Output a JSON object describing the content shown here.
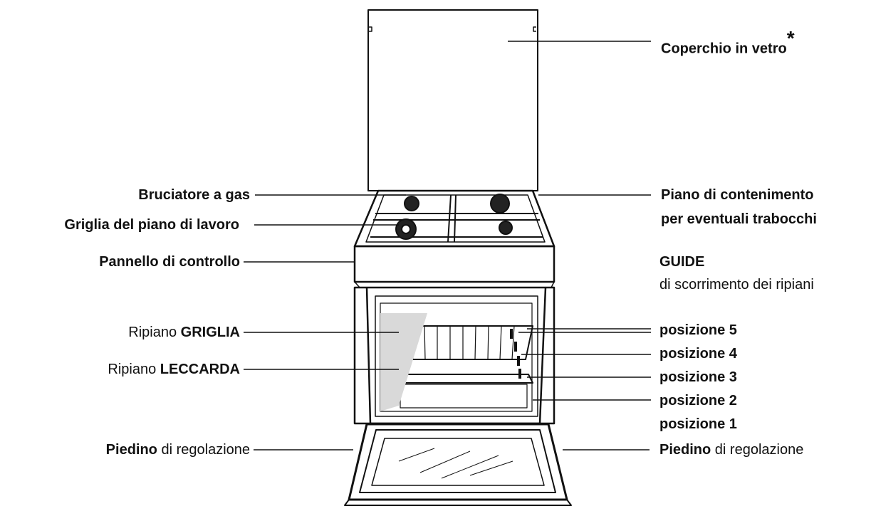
{
  "labels": {
    "glass_lid": {
      "text": "Coperchio in vetro",
      "mark": "*"
    },
    "gas_burner": "Bruciatore a gas",
    "hob_grid": "Griglia del piano di lavoro",
    "control_panel": "Pannello di controllo",
    "grill_shelf": {
      "prefix": "Ripiano",
      "bold": "GRIGLIA"
    },
    "drip_tray_shelf": {
      "prefix": "Ripiano",
      "bold": "LECCARDA"
    },
    "adjust_foot_left": {
      "bold": "Piedino",
      "rest": "di regolazione"
    },
    "spill_tray": {
      "line1": "Piano di contenimento",
      "line2": "per eventuali trabocchi"
    },
    "guides": {
      "title": "GUIDE",
      "subtitle": "di scorrimento dei ripiani"
    },
    "positions": [
      "posizione 5",
      "posizione 4",
      "posizione 3",
      "posizione 2",
      "posizione 1"
    ],
    "adjust_foot_right": {
      "bold": "Piedino",
      "rest": "di regolazione"
    }
  }
}
